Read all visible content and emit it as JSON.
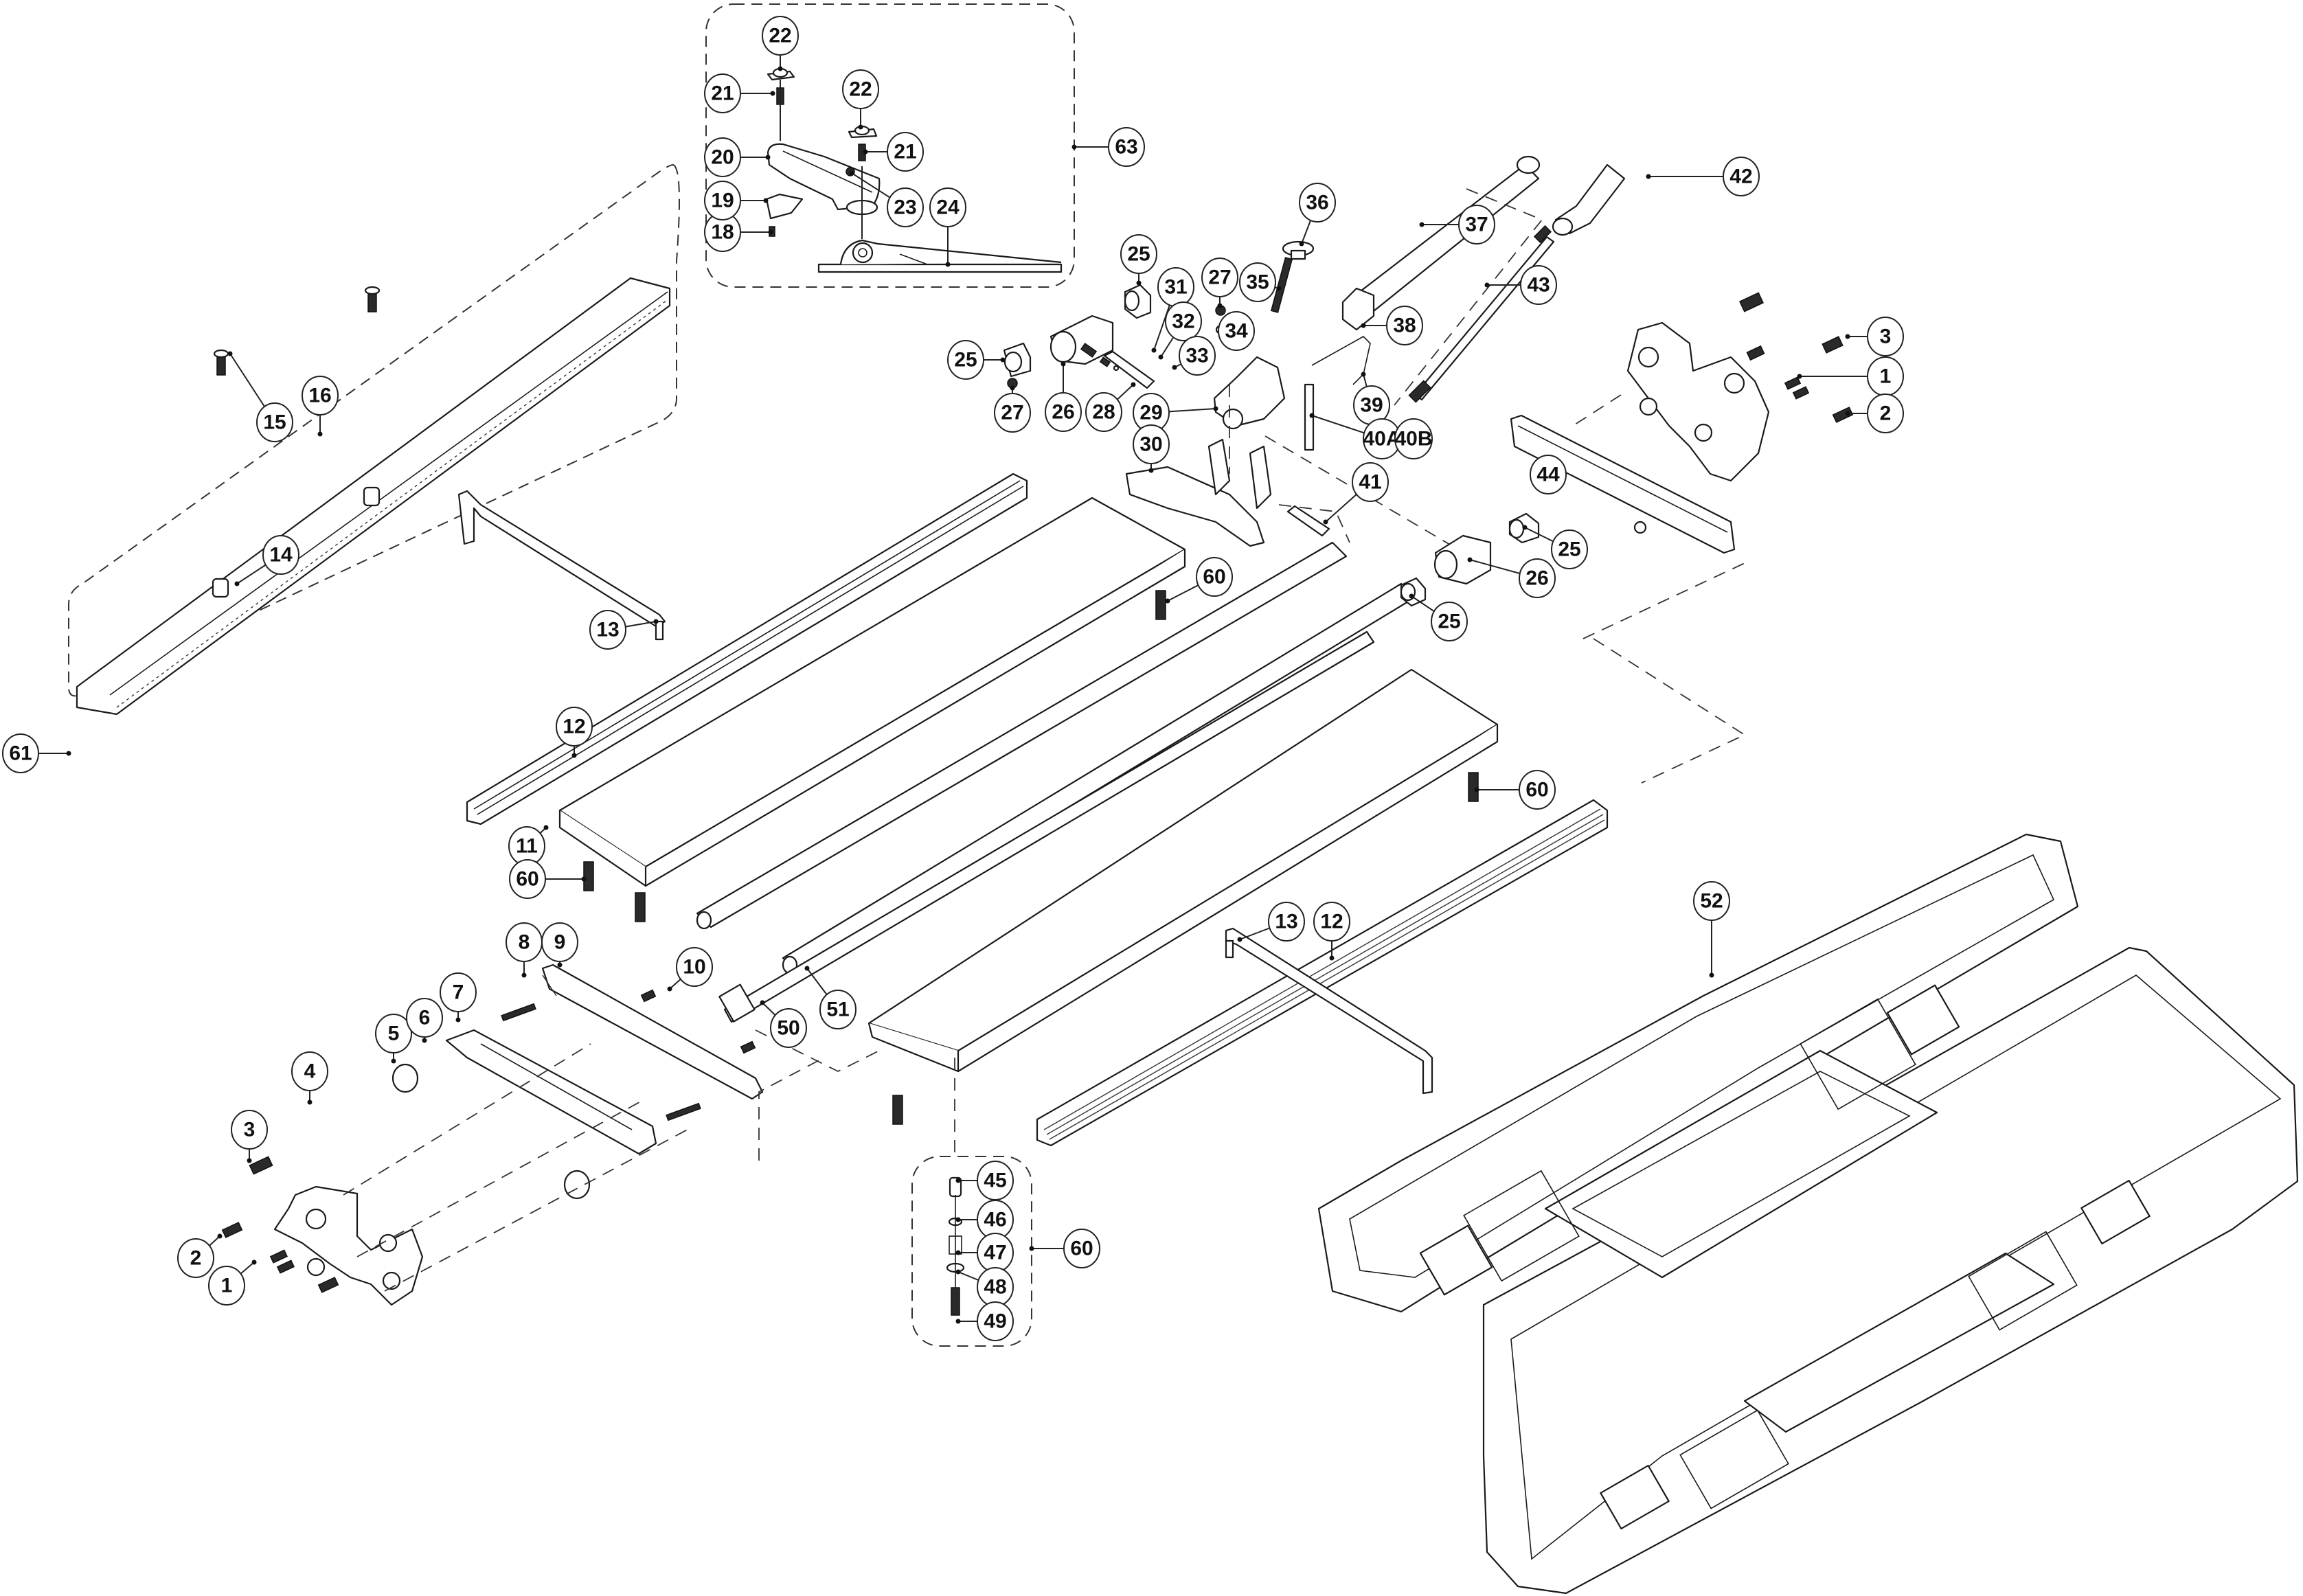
{
  "diagram": {
    "title": "Exploded parts view - tile cutter assembly",
    "inset_groups": [
      {
        "id": "63",
        "label": "63"
      },
      {
        "id": "61",
        "label": "61"
      },
      {
        "id": "60",
        "label": "60"
      }
    ],
    "callouts": [
      {
        "id": "c1a",
        "label": "1"
      },
      {
        "id": "c2a",
        "label": "2"
      },
      {
        "id": "c3a",
        "label": "3"
      },
      {
        "id": "c1b",
        "label": "1"
      },
      {
        "id": "c2b",
        "label": "2"
      },
      {
        "id": "c3b",
        "label": "3"
      },
      {
        "id": "c4",
        "label": "4"
      },
      {
        "id": "c5",
        "label": "5"
      },
      {
        "id": "c6",
        "label": "6"
      },
      {
        "id": "c7",
        "label": "7"
      },
      {
        "id": "c8",
        "label": "8"
      },
      {
        "id": "c9",
        "label": "9"
      },
      {
        "id": "c10",
        "label": "10"
      },
      {
        "id": "c11",
        "label": "11"
      },
      {
        "id": "c12a",
        "label": "12"
      },
      {
        "id": "c12b",
        "label": "12"
      },
      {
        "id": "c13a",
        "label": "13"
      },
      {
        "id": "c13b",
        "label": "13"
      },
      {
        "id": "c14",
        "label": "14"
      },
      {
        "id": "c15",
        "label": "15"
      },
      {
        "id": "c16",
        "label": "16"
      },
      {
        "id": "c18",
        "label": "18"
      },
      {
        "id": "c19",
        "label": "19"
      },
      {
        "id": "c20",
        "label": "20"
      },
      {
        "id": "c21a",
        "label": "21"
      },
      {
        "id": "c21b",
        "label": "21"
      },
      {
        "id": "c22a",
        "label": "22"
      },
      {
        "id": "c22b",
        "label": "22"
      },
      {
        "id": "c23",
        "label": "23"
      },
      {
        "id": "c24",
        "label": "24"
      },
      {
        "id": "c25a",
        "label": "25"
      },
      {
        "id": "c25b",
        "label": "25"
      },
      {
        "id": "c25c",
        "label": "25"
      },
      {
        "id": "c25d",
        "label": "25"
      },
      {
        "id": "c26a",
        "label": "26"
      },
      {
        "id": "c26b",
        "label": "26"
      },
      {
        "id": "c27a",
        "label": "27"
      },
      {
        "id": "c27b",
        "label": "27"
      },
      {
        "id": "c28",
        "label": "28"
      },
      {
        "id": "c29",
        "label": "29"
      },
      {
        "id": "c30",
        "label": "30"
      },
      {
        "id": "c31",
        "label": "31"
      },
      {
        "id": "c32",
        "label": "32"
      },
      {
        "id": "c33",
        "label": "33"
      },
      {
        "id": "c34",
        "label": "34"
      },
      {
        "id": "c35",
        "label": "35"
      },
      {
        "id": "c36",
        "label": "36"
      },
      {
        "id": "c37",
        "label": "37"
      },
      {
        "id": "c38",
        "label": "38"
      },
      {
        "id": "c39",
        "label": "39"
      },
      {
        "id": "c40a",
        "label": "40A"
      },
      {
        "id": "c40b",
        "label": "40B"
      },
      {
        "id": "c41",
        "label": "41"
      },
      {
        "id": "c42",
        "label": "42"
      },
      {
        "id": "c43",
        "label": "43"
      },
      {
        "id": "c44",
        "label": "44"
      },
      {
        "id": "c45",
        "label": "45"
      },
      {
        "id": "c46",
        "label": "46"
      },
      {
        "id": "c47",
        "label": "47"
      },
      {
        "id": "c48",
        "label": "48"
      },
      {
        "id": "c49",
        "label": "49"
      },
      {
        "id": "c50",
        "label": "50"
      },
      {
        "id": "c51",
        "label": "51"
      },
      {
        "id": "c52",
        "label": "52"
      },
      {
        "id": "c60a",
        "label": "60"
      },
      {
        "id": "c60b",
        "label": "60"
      },
      {
        "id": "c60c",
        "label": "60"
      },
      {
        "id": "c60d",
        "label": "60"
      },
      {
        "id": "c61",
        "label": "61"
      },
      {
        "id": "c63",
        "label": "63"
      }
    ]
  }
}
